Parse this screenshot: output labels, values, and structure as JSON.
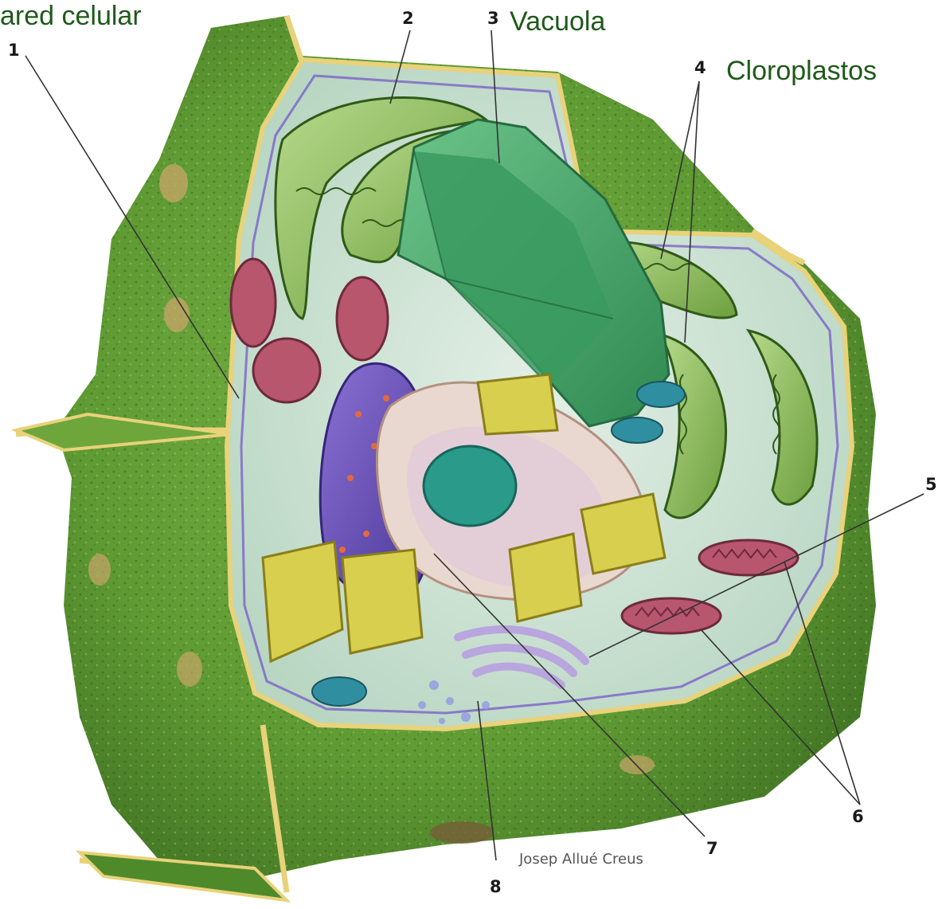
{
  "labels": {
    "wall_text": "ared celular",
    "vacuole_text": "Vacuola",
    "chloroplast_text": "Cloroplastos"
  },
  "numbers": {
    "n1": "1",
    "n2": "2",
    "n3": "3",
    "n4": "4",
    "n5": "5",
    "n6": "6",
    "n7": "7",
    "n8": "8"
  },
  "credit": "Josep Allué Creus",
  "colors": {
    "wall_outer": "#5f9a33",
    "wall_dark": "#3d6e22",
    "wall_edge": "#e8d27a",
    "cytoplasm": "#cfe3d6",
    "vacuole": "#4fae72",
    "vacuole_dark": "#2f8a52",
    "chloroplast": "#8fbf5a",
    "mitochondria": "#b8566e",
    "er_rough": "#6b4fb8",
    "golgi": "#b9a6de",
    "nucleus_envelope": "#d8cf4e",
    "nucleolus": "#2a9a8a",
    "label_green": "#1f5a1a"
  }
}
